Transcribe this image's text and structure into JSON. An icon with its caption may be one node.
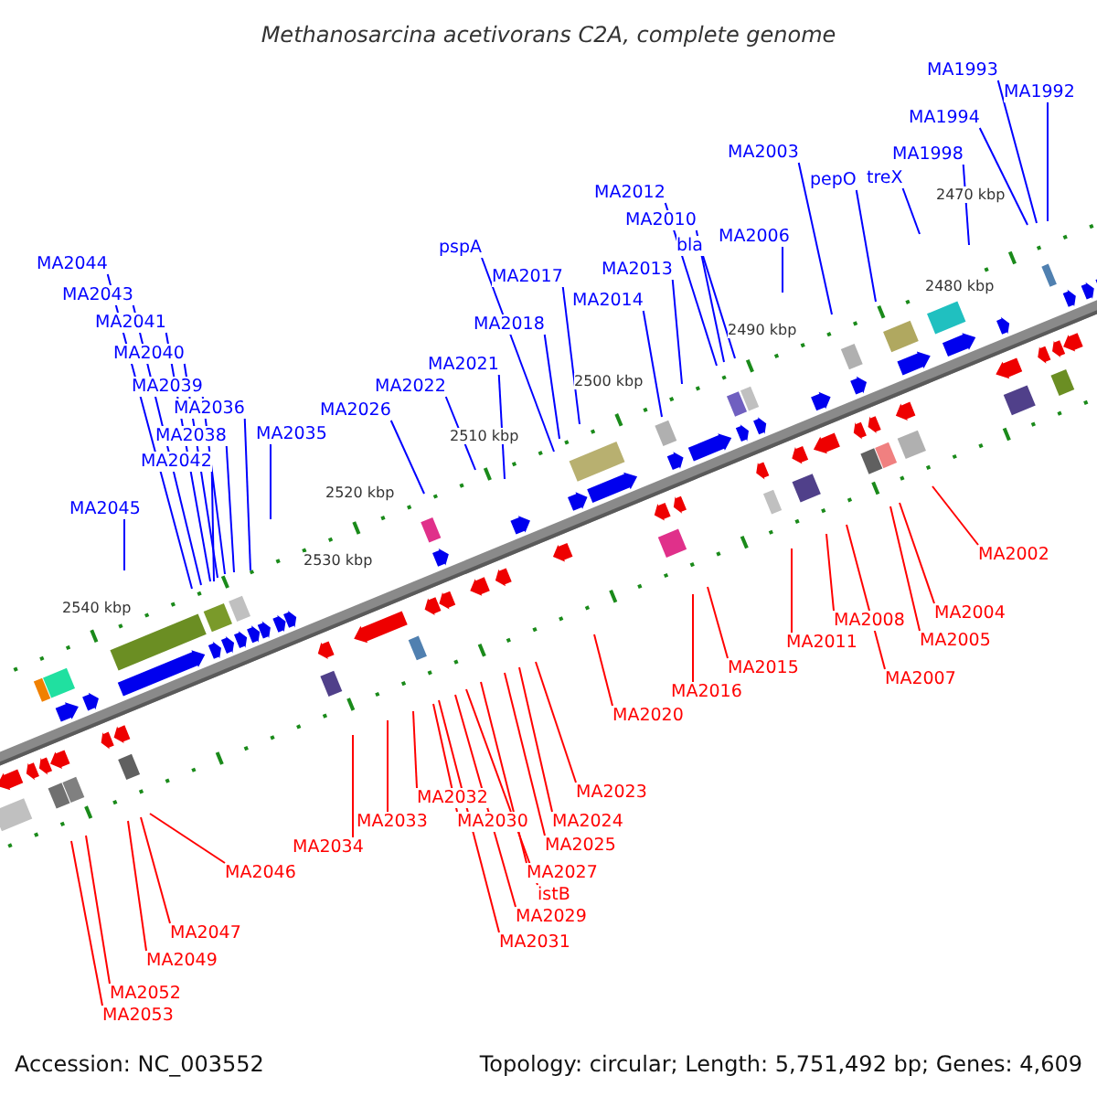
{
  "diagram": {
    "title": "Methanosarcina acetivorans C2A, complete genome",
    "nodes": [
      {
        "text": [
          "MA1993"
        ]
      },
      {
        "text": [
          "MA1992"
        ]
      },
      {
        "text": [
          "MA1994"
        ]
      },
      {
        "text": [
          "MA1998"
        ]
      },
      {
        "text": [
          "pepO"
        ]
      },
      {
        "text": [
          "treX"
        ]
      },
      {
        "text": [
          "MA2003"
        ]
      },
      {
        "text": [
          "MA2012"
        ]
      },
      {
        "text": [
          "MA2010"
        ]
      },
      {
        "text": [
          "bla"
        ]
      },
      {
        "text": [
          "MA2006"
        ]
      },
      {
        "text": [
          "pspA"
        ]
      },
      {
        "text": [
          "MA2013"
        ]
      },
      {
        "text": [
          "MA2017"
        ]
      },
      {
        "text": [
          "MA2014"
        ]
      },
      {
        "text": [
          "MA2018"
        ]
      },
      {
        "text": [
          "MA2021"
        ]
      },
      {
        "text": [
          "MA2022"
        ]
      },
      {
        "text": [
          "MA2026"
        ]
      },
      {
        "text": [
          "MA2035"
        ]
      },
      {
        "text": [
          "MA2044"
        ]
      },
      {
        "text": [
          "MA2043"
        ]
      },
      {
        "text": [
          "MA2041"
        ]
      },
      {
        "text": [
          "MA2040"
        ]
      },
      {
        "text": [
          "MA2039"
        ]
      },
      {
        "text": [
          "MA2036"
        ]
      },
      {
        "text": [
          "MA2038"
        ]
      },
      {
        "text": [
          "MA2042"
        ]
      },
      {
        "text": [
          "MA2045"
        ]
      },
      {
        "text": [
          "MA2002"
        ]
      },
      {
        "text": [
          "MA2004"
        ]
      },
      {
        "text": [
          "MA2008"
        ]
      },
      {
        "text": [
          "MA2011"
        ]
      },
      {
        "text": [
          "MA2005"
        ]
      },
      {
        "text": [
          "MA2015"
        ]
      },
      {
        "text": [
          "MA2007"
        ]
      },
      {
        "text": [
          "MA2016"
        ]
      },
      {
        "text": [
          "MA2020"
        ]
      },
      {
        "text": [
          "MA2023"
        ]
      },
      {
        "text": [
          "MA2032"
        ]
      },
      {
        "text": [
          "MA2024"
        ]
      },
      {
        "text": [
          "MA2033"
        ]
      },
      {
        "text": [
          "MA2030"
        ]
      },
      {
        "text": [
          "MA2025"
        ]
      },
      {
        "text": [
          "MA2034"
        ]
      },
      {
        "text": [
          "MA2027"
        ]
      },
      {
        "text": [
          "MA2046"
        ]
      },
      {
        "text": [
          "istB"
        ]
      },
      {
        "text": [
          "MA2029"
        ]
      },
      {
        "text": [
          "MA2047"
        ]
      },
      {
        "text": [
          "MA2031"
        ]
      },
      {
        "text": [
          "MA2049"
        ]
      },
      {
        "text": [
          "MA2052"
        ]
      },
      {
        "text": [
          "MA2053"
        ]
      }
    ],
    "edges": [
      {
        "from": 0,
        "to": null,
        "arrow": "none"
      },
      {
        "from": 1,
        "to": null,
        "arrow": "none"
      },
      {
        "from": 2,
        "to": null,
        "arrow": "none"
      },
      {
        "from": 3,
        "to": null,
        "arrow": "none"
      },
      {
        "from": 4,
        "to": null,
        "arrow": "none"
      },
      {
        "from": 5,
        "to": null,
        "arrow": "none"
      },
      {
        "from": 6,
        "to": null,
        "arrow": "none"
      },
      {
        "from": 7,
        "to": null,
        "arrow": "none"
      },
      {
        "from": 8,
        "to": null,
        "arrow": "none"
      },
      {
        "from": 9,
        "to": null,
        "arrow": "none"
      },
      {
        "from": 10,
        "to": null,
        "arrow": "none"
      },
      {
        "from": 11,
        "to": null,
        "arrow": "none"
      },
      {
        "from": 12,
        "to": null,
        "arrow": "none"
      },
      {
        "from": 13,
        "to": null,
        "arrow": "none"
      },
      {
        "from": 14,
        "to": null,
        "arrow": "none"
      },
      {
        "from": 15,
        "to": null,
        "arrow": "none"
      },
      {
        "from": 16,
        "to": null,
        "arrow": "none"
      },
      {
        "from": 17,
        "to": null,
        "arrow": "none"
      },
      {
        "from": 18,
        "to": null,
        "arrow": "none"
      },
      {
        "from": 19,
        "to": null,
        "arrow": "none"
      },
      {
        "from": 20,
        "to": null,
        "arrow": "none"
      },
      {
        "from": 21,
        "to": null,
        "arrow": "none"
      },
      {
        "from": 22,
        "to": null,
        "arrow": "none"
      },
      {
        "from": 23,
        "to": null,
        "arrow": "none"
      },
      {
        "from": 24,
        "to": null,
        "arrow": "none"
      },
      {
        "from": 25,
        "to": null,
        "arrow": "none"
      },
      {
        "from": 26,
        "to": null,
        "arrow": "none"
      },
      {
        "from": 27,
        "to": null,
        "arrow": "none"
      },
      {
        "from": 28,
        "to": null,
        "arrow": "none"
      },
      {
        "from": 29,
        "to": null,
        "arrow": "none",
        "color": "#ff0000"
      },
      {
        "from": 30,
        "to": null,
        "arrow": "none",
        "color": "#ff0000"
      },
      {
        "from": 31,
        "to": null,
        "arrow": "none",
        "color": "#ff0000"
      },
      {
        "from": 32,
        "to": null,
        "arrow": "none",
        "color": "#ff0000"
      },
      {
        "from": 33,
        "to": null,
        "arrow": "none",
        "color": "#ff0000"
      },
      {
        "from": 34,
        "to": null,
        "arrow": "none",
        "color": "#ff0000"
      },
      {
        "from": 35,
        "to": null,
        "arrow": "none",
        "color": "#ff0000"
      },
      {
        "from": 36,
        "to": null,
        "arrow": "none",
        "color": "#ff0000"
      },
      {
        "from": 37,
        "to": null,
        "arrow": "none",
        "color": "#ff0000"
      },
      {
        "from": 38,
        "to": null,
        "arrow": "none",
        "color": "#ff0000"
      },
      {
        "from": 39,
        "to": null,
        "arrow": "none",
        "color": "#ff0000"
      },
      {
        "from": 40,
        "to": null,
        "arrow": "none",
        "color": "#ff0000"
      },
      {
        "from": 41,
        "to": null,
        "arrow": "none",
        "color": "#ff0000"
      },
      {
        "from": 42,
        "to": null,
        "arrow": "none",
        "color": "#ff0000"
      },
      {
        "from": 43,
        "to": null,
        "arrow": "none",
        "color": "#ff0000"
      },
      {
        "from": 44,
        "to": null,
        "arrow": "none",
        "color": "#ff0000"
      },
      {
        "from": 45,
        "to": null,
        "arrow": "none",
        "color": "#ff0000"
      },
      {
        "from": 46,
        "to": null,
        "arrow": "none",
        "color": "#ff0000"
      },
      {
        "from": 47,
        "to": null,
        "arrow": "none",
        "color": "#ff0000"
      },
      {
        "from": 48,
        "to": null,
        "arrow": "none",
        "color": "#ff0000"
      },
      {
        "from": 49,
        "to": null,
        "arrow": "none",
        "color": "#ff0000"
      },
      {
        "from": 50,
        "to": null,
        "arrow": "none",
        "color": "#ff0000"
      },
      {
        "from": 51,
        "to": null,
        "arrow": "none",
        "color": "#ff0000"
      },
      {
        "from": 52,
        "to": null,
        "arrow": "none",
        "color": "#ff0000"
      },
      {
        "from": 53,
        "to": null,
        "arrow": "none",
        "color": "#ff0000"
      }
    ],
    "labels": [
      "2470 kbp",
      "2480 kbp",
      "2490 kbp",
      "2500 kbp",
      "2510 kbp",
      "2520 kbp",
      "2530 kbp",
      "2540 kbp",
      "Accession: NC_003552",
      "Topology: circular; Length: 5,751,492 bp; Genes: 4,609"
    ]
  }
}
